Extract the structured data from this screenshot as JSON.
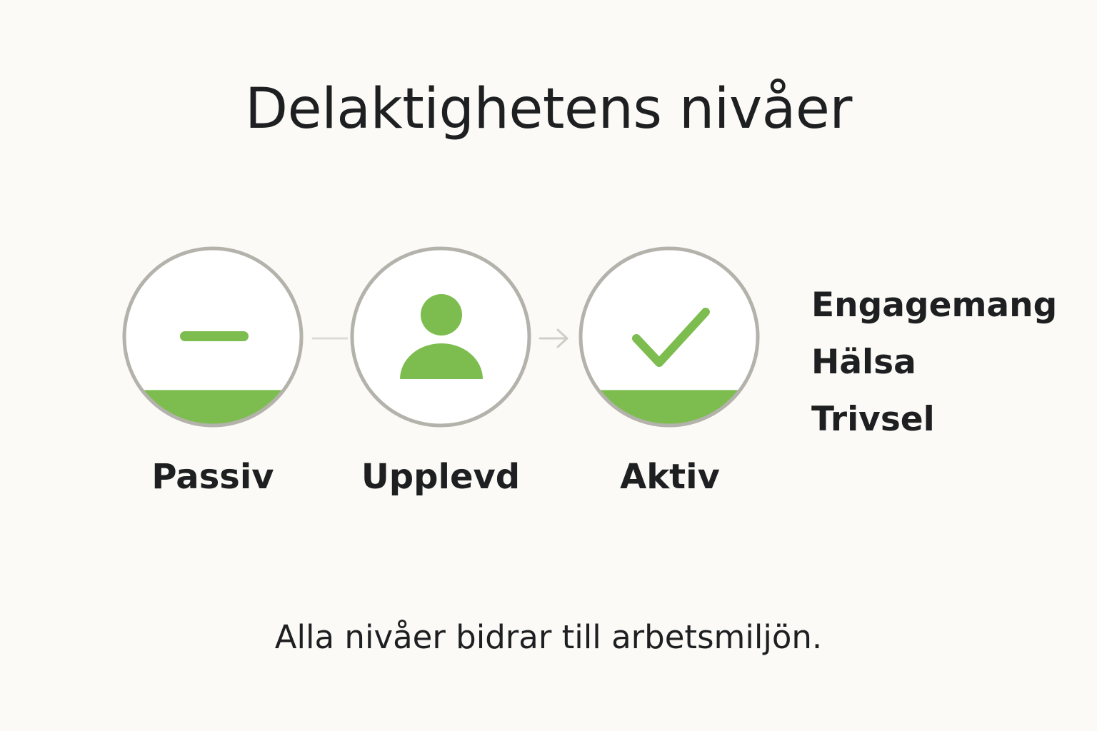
{
  "title": "Delaktighetens nivåer",
  "stages": [
    {
      "label": "Passiv",
      "icon": "minus-icon",
      "fill_level": 0.2
    },
    {
      "label": "Upplevd",
      "icon": "person-icon",
      "fill_level": 0
    },
    {
      "label": "Aktiv",
      "icon": "checkmark-icon",
      "fill_level": 0.2
    }
  ],
  "outcomes": [
    "Engagemang",
    "Hälsa",
    "Trivsel"
  ],
  "footer": "Alla nivåer bidrar till arbetsmiljön.",
  "colors": {
    "accent": "#7dbd4f",
    "ring": "#b3b2ab",
    "connector": "#d2d2cc",
    "background": "#fbfaf7",
    "text": "#1d1f21"
  }
}
